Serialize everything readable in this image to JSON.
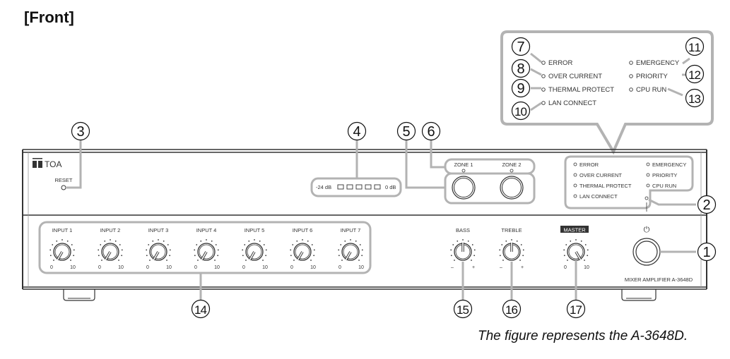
{
  "heading": "[Front]",
  "caption": "The figure represents the A-3648D.",
  "device": {
    "brand": "TOA",
    "model_label": "MIXER AMPLIFIER  A-3648D",
    "reset_label": "RESET",
    "meter": {
      "min_label": "-24 dB",
      "max_label": "0 dB",
      "segments": 5
    },
    "zones": [
      "ZONE 1",
      "ZONE 2"
    ],
    "indicators_left": [
      "ERROR",
      "OVER CURRENT",
      "THERMAL PROTECT",
      "LAN CONNECT"
    ],
    "indicators_right": [
      "EMERGENCY",
      "PRIORITY",
      "CPU RUN"
    ],
    "power_symbol": "⏻",
    "inputs": [
      {
        "label": "INPUT 1",
        "min": "0",
        "max": "10"
      },
      {
        "label": "INPUT 2",
        "min": "0",
        "max": "10"
      },
      {
        "label": "INPUT 3",
        "min": "0",
        "max": "10"
      },
      {
        "label": "INPUT 4",
        "min": "0",
        "max": "10"
      },
      {
        "label": "INPUT 5",
        "min": "0",
        "max": "10"
      },
      {
        "label": "INPUT 6",
        "min": "0",
        "max": "10"
      },
      {
        "label": "INPUT 7",
        "min": "0",
        "max": "10"
      }
    ],
    "bass": {
      "label": "BASS",
      "min": "–",
      "max": "+"
    },
    "treble": {
      "label": "TREBLE",
      "min": "–",
      "max": "+"
    },
    "master": {
      "label": "MASTER",
      "min": "0",
      "max": "10"
    }
  },
  "callouts": {
    "power": "1",
    "status_led": "2",
    "reset": "3",
    "meter": "4",
    "zone_keys": "5",
    "zone_leds": "6",
    "error": "7",
    "over_current": "8",
    "thermal": "9",
    "lan": "10",
    "emergency": "11",
    "priority": "12",
    "cpu_run": "13",
    "inputs": "14",
    "bass": "15",
    "treble": "16",
    "master": "17"
  },
  "detail": {
    "left": [
      "ERROR",
      "OVER CURRENT",
      "THERMAL PROTECT",
      "LAN CONNECT"
    ],
    "right": [
      "EMERGENCY",
      "PRIORITY",
      "CPU RUN"
    ]
  },
  "colors": {
    "callout_line": "#b3b3b3",
    "panel_line": "#333333",
    "master_badge": "#333333"
  }
}
